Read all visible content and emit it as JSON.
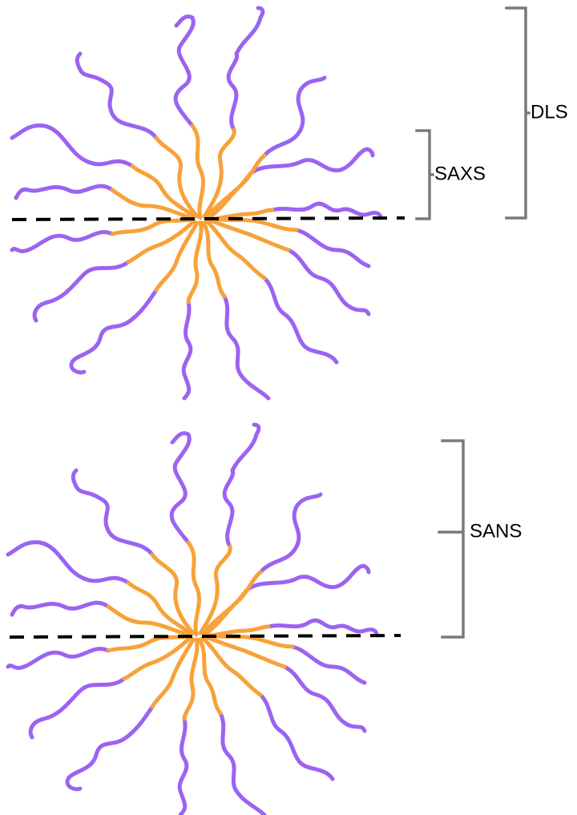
{
  "colors": {
    "corona": "#9b63f2",
    "core": "#f7a23a",
    "bracket": "#7a7a7a",
    "midline": "#000000"
  },
  "labels": {
    "dls": "DLS",
    "saxs": "SAXS",
    "sans": "SANS"
  }
}
